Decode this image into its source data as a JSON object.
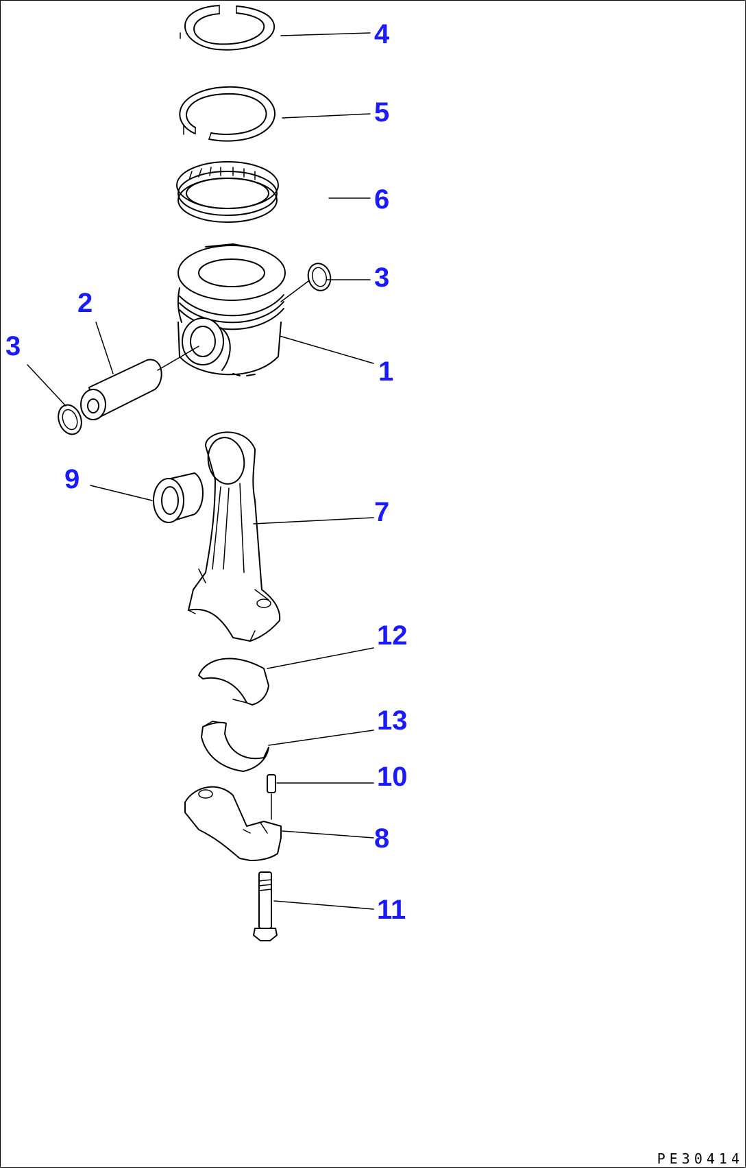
{
  "callouts": {
    "c4": "4",
    "c5": "5",
    "c6": "6",
    "c3_right": "3",
    "c2": "2",
    "c3_left": "3",
    "c1": "1",
    "c9": "9",
    "c7": "7",
    "c12": "12",
    "c13": "13",
    "c10": "10",
    "c8": "8",
    "c11": "11"
  },
  "drawing_code": "PE30414",
  "colors": {
    "callout": "#1a1aff",
    "line": "#000000",
    "background": "#ffffff"
  }
}
